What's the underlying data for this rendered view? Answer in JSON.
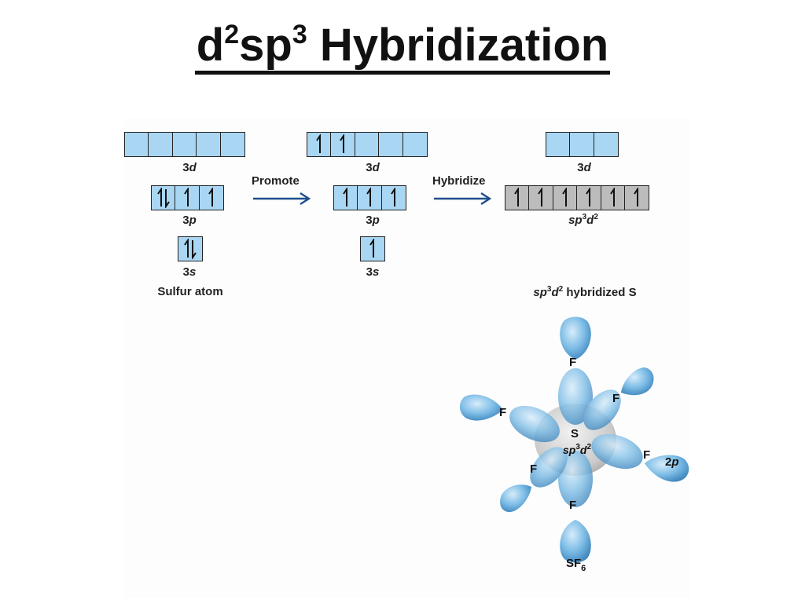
{
  "title": {
    "base1": "d",
    "sup1": "2",
    "base2": "sp",
    "sup2": "3",
    "rest": "Hybridization"
  },
  "labels": {
    "d_letter": "3",
    "d_orbital": "d",
    "p_orbital": "p",
    "s_orbital": "s",
    "promote": "Promote",
    "hybridize": "Hybridize",
    "sulfur_atom": "Sulfur atom",
    "sp": "sp",
    "three": "3",
    "d": "d",
    "two": "2",
    "hybridized_s": "hybridized S",
    "F": "F",
    "S": "S",
    "twop_num": "2",
    "twop_letter": "p",
    "SF": "SF",
    "six": "6"
  },
  "diagram": {
    "ground_state": {
      "3d": [
        0,
        0,
        0,
        0,
        0
      ],
      "3p": [
        2,
        1,
        1
      ],
      "3s": [
        2
      ]
    },
    "promoted_state": {
      "3d": [
        1,
        1,
        0,
        0,
        0
      ],
      "3p": [
        1,
        1,
        1
      ],
      "3s": [
        1
      ]
    },
    "hybridized_state": {
      "3d": [
        0,
        0,
        0
      ],
      "sp3d2": [
        1,
        1,
        1,
        1,
        1,
        1
      ]
    }
  },
  "colors": {
    "orbital_box": "#a9d6f2",
    "hybrid_box": "#bcbcbc",
    "arrow": "#1f4e8c",
    "lobe": "#6fb0dc",
    "title": "#111111"
  }
}
